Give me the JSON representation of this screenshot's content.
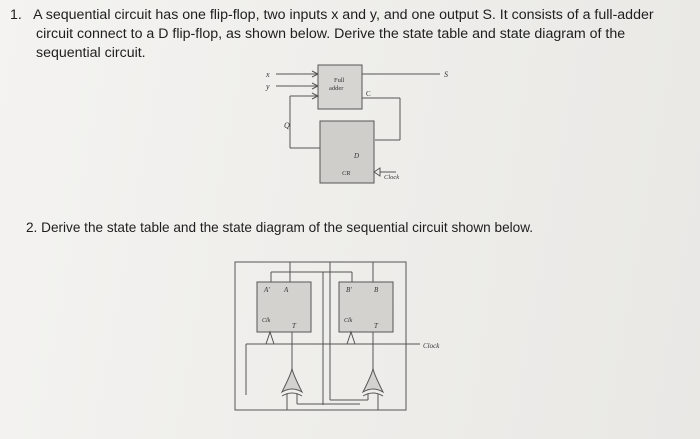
{
  "question1": {
    "number": "1.",
    "line1": "A sequential circuit has one flip-flop, two inputs x and y, and one output S. It consists of a full-adder",
    "line2": "circuit connect to a D flip-flop, as shown below. Derive the state table and state diagram of the",
    "line3": "sequential circuit.",
    "diagram": {
      "input_x": "x",
      "input_y": "y",
      "full_adder_label_1": "Full",
      "full_adder_label_2": "adder",
      "carry_label": "C",
      "output_s": "S",
      "q_label": "Q",
      "d_label": "D",
      "clk_label": "CR",
      "clock_label": "Clock"
    }
  },
  "question2": {
    "number": "2.",
    "text": "Derive the state table and the state diagram of the sequential circuit shown below.",
    "diagram": {
      "ff_a_qbar": "A'",
      "ff_a_q": "A",
      "ff_a_clk": "Clk",
      "ff_a_t": "T",
      "ff_b_qbar": "B'",
      "ff_b_q": "B",
      "ff_b_clk": "Clk",
      "ff_b_t": "T",
      "clock_label": "Clock"
    }
  }
}
